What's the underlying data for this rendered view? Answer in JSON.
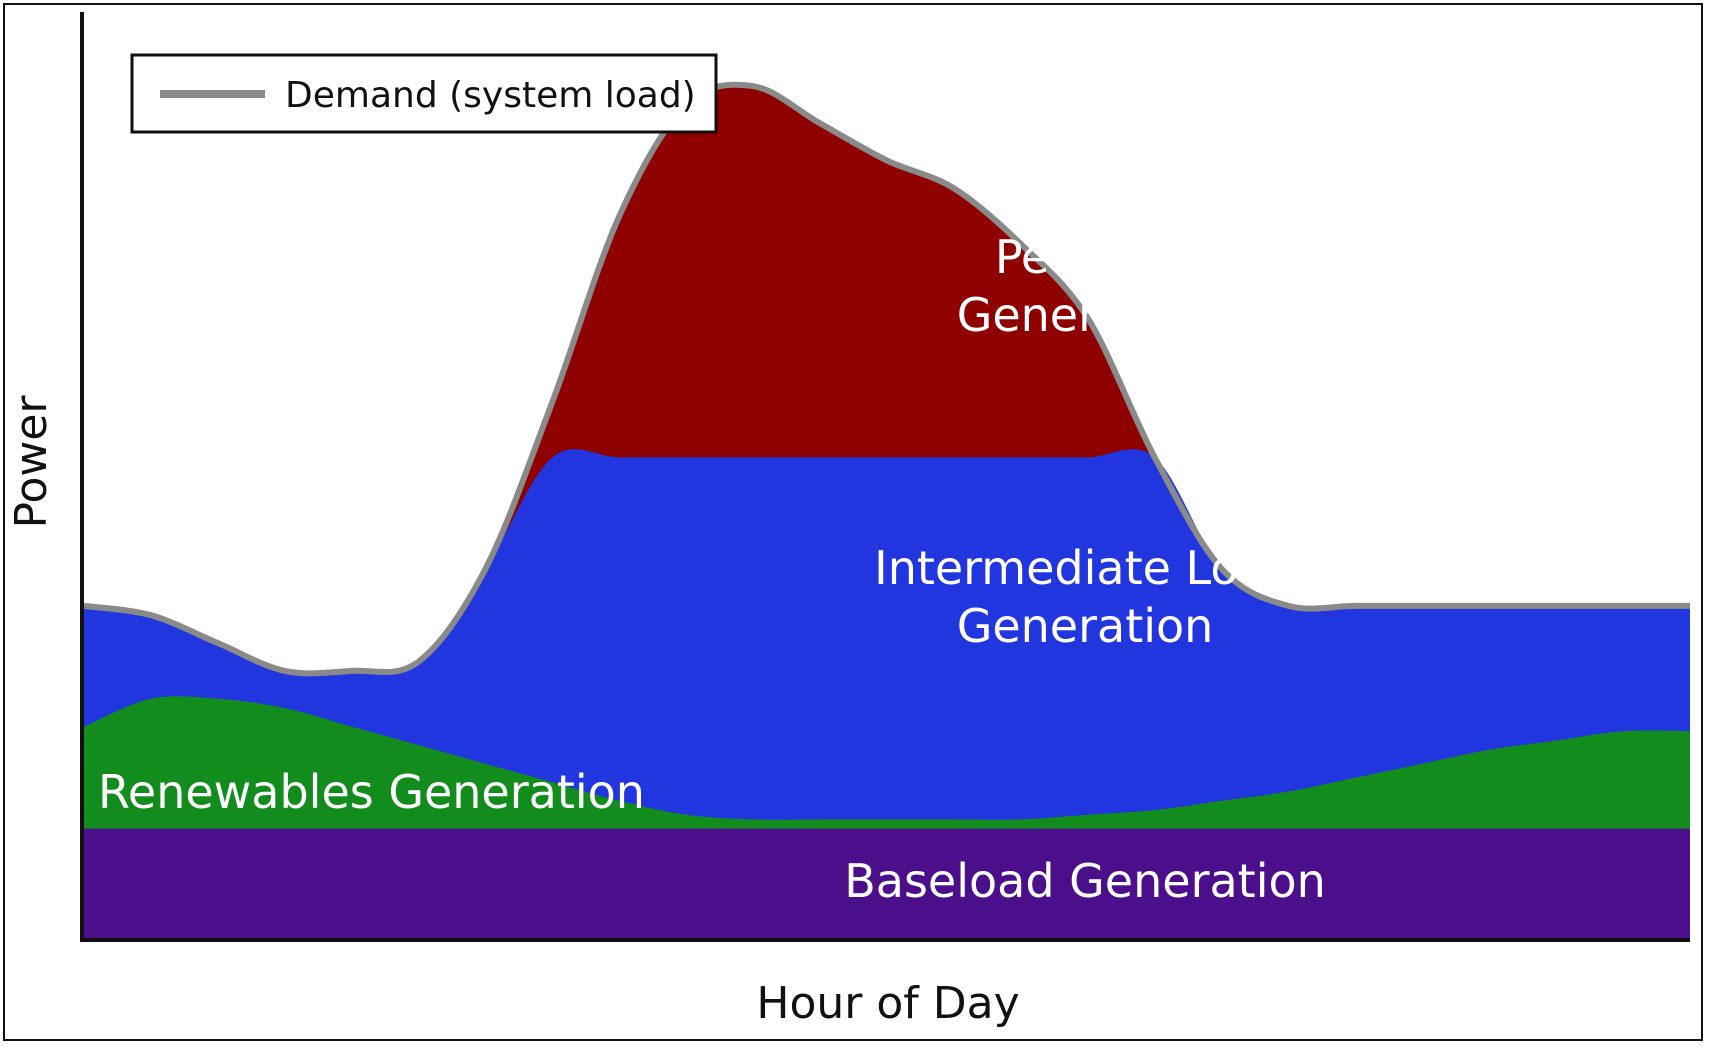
{
  "chart_data": {
    "type": "area",
    "title": "",
    "xlabel": "Hour of Day",
    "ylabel": "Power",
    "xlim": [
      0,
      24
    ],
    "ylim": [
      0,
      100
    ],
    "grid": false,
    "legend": {
      "placement": "top-left",
      "entries": [
        {
          "name": "Demand (system load)",
          "color": "#8a8a8a"
        }
      ]
    },
    "x": [
      0,
      1,
      2,
      3,
      4,
      5,
      6,
      7,
      8,
      9,
      10,
      11,
      12,
      13,
      14,
      15,
      16,
      17,
      18,
      19,
      20,
      21,
      22,
      23,
      24
    ],
    "demand": [
      36,
      35,
      32,
      29,
      29,
      30,
      40,
      58,
      78,
      90,
      92,
      88,
      84,
      81,
      75,
      67,
      52,
      40,
      36,
      36,
      36,
      36,
      36,
      36,
      36
    ],
    "bands": [
      {
        "name": "Baseload Generation",
        "color": "#4b0f8c",
        "lines": [
          "Baseload Generation"
        ],
        "top": [
          12,
          12,
          12,
          12,
          12,
          12,
          12,
          12,
          12,
          12,
          12,
          12,
          12,
          12,
          12,
          12,
          12,
          12,
          12,
          12,
          12,
          12,
          12,
          12,
          12
        ]
      },
      {
        "name": "Renewables Generation",
        "color": "#118c1d",
        "lines": [
          "Renewables Generation"
        ],
        "top": [
          23,
          26,
          26,
          25,
          23,
          21,
          19,
          17,
          15,
          13.5,
          13,
          13,
          13,
          13,
          13,
          13.5,
          14,
          15,
          16,
          17.5,
          19,
          20.5,
          21.5,
          22.5,
          22.5
        ]
      },
      {
        "name": "Intermediate Load Generation",
        "color": "#2236e0",
        "lines": [
          "Intermediate Load",
          "Generation"
        ],
        "top": "min(demand, 52)"
      },
      {
        "name": "Peaking Generation",
        "color": "#8f0000",
        "lines": [
          "Peaking",
          "Generation"
        ],
        "top": "demand"
      }
    ]
  }
}
